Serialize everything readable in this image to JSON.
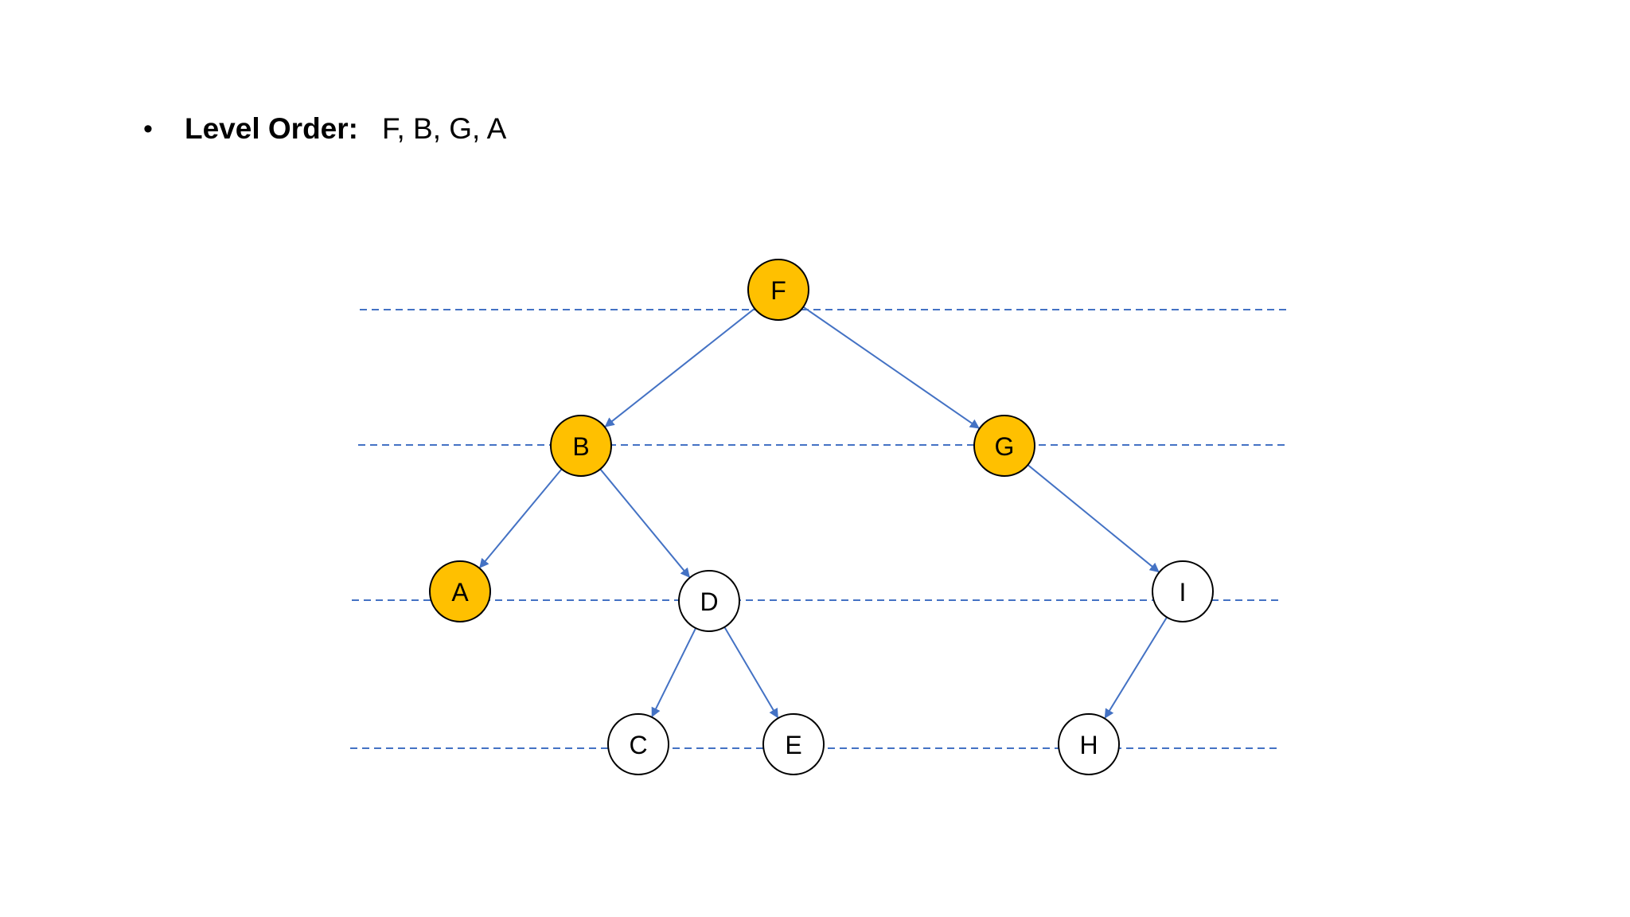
{
  "bullet": {
    "symbol": "•",
    "label": "Level Order:",
    "value": "F, B, G, A"
  },
  "colors": {
    "visited_fill": "#FFC000",
    "unvisited_fill": "#FFFFFF",
    "node_stroke": "#000000",
    "edge": "#4472C4",
    "level_line": "#4472C4"
  },
  "nodes": [
    {
      "id": "F",
      "label": "F",
      "visited": true
    },
    {
      "id": "B",
      "label": "B",
      "visited": true
    },
    {
      "id": "G",
      "label": "G",
      "visited": true
    },
    {
      "id": "A",
      "label": "A",
      "visited": true
    },
    {
      "id": "D",
      "label": "D",
      "visited": false
    },
    {
      "id": "I",
      "label": "I",
      "visited": false
    },
    {
      "id": "C",
      "label": "C",
      "visited": false
    },
    {
      "id": "E",
      "label": "E",
      "visited": false
    },
    {
      "id": "H",
      "label": "H",
      "visited": false
    }
  ],
  "edges": [
    {
      "from": "F",
      "to": "B"
    },
    {
      "from": "F",
      "to": "G"
    },
    {
      "from": "B",
      "to": "A"
    },
    {
      "from": "B",
      "to": "D"
    },
    {
      "from": "G",
      "to": "I"
    },
    {
      "from": "D",
      "to": "C"
    },
    {
      "from": "D",
      "to": "E"
    },
    {
      "from": "I",
      "to": "H"
    }
  ]
}
